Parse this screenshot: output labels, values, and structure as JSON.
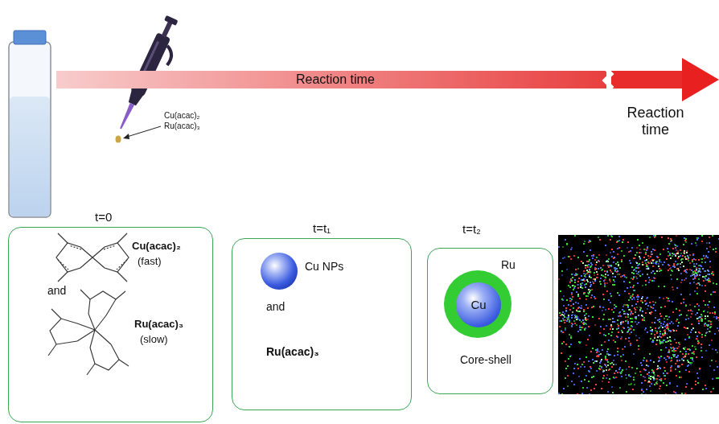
{
  "diagram": {
    "nodes": [
      {
        "text": [
          "t=0",
          "Cu(acac)₂",
          "(fast)",
          "and",
          "Ru(acac)₃",
          "(slow)"
        ]
      },
      {
        "text": [
          "t=t₁",
          "Cu NPs",
          "and",
          "Ru(acac)₃"
        ]
      },
      {
        "text": [
          "t=t₂",
          "Ru",
          "Core-shell"
        ]
      },
      {
        "text": [
          "Cu"
        ],
        "in": 2
      }
    ],
    "labels": [
      "Cu(acac)₂",
      "Ru(acac)₃",
      "Reaction time",
      "Reaction time"
    ]
  }
}
